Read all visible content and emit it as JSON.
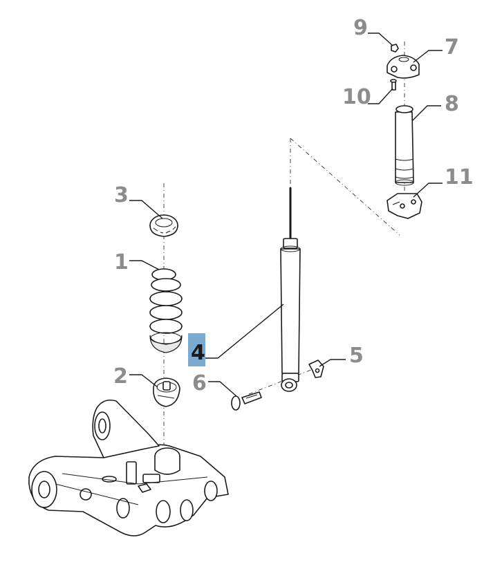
{
  "diagram": {
    "accent_color": "#7aaad0",
    "callout_color": "#8c8c8c",
    "highlighted_callout": "4",
    "callouts": [
      "1",
      "2",
      "3",
      "4",
      "5",
      "6",
      "7",
      "8",
      "9",
      "10",
      "11"
    ]
  }
}
